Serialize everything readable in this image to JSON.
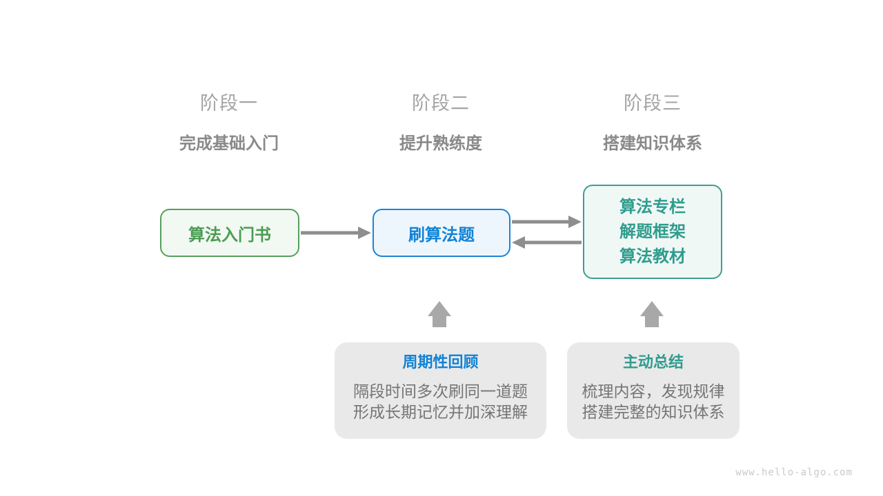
{
  "stages": [
    {
      "label": "阶段一",
      "subtitle": "完成基础入门"
    },
    {
      "label": "阶段二",
      "subtitle": "提升熟练度"
    },
    {
      "label": "阶段三",
      "subtitle": "搭建知识体系"
    }
  ],
  "nodes": {
    "intro_book": {
      "label": "算法入门书"
    },
    "practice": {
      "label": "刷算法题"
    },
    "resources": {
      "line1": "算法专栏",
      "line2": "解题框架",
      "line3": "算法教材"
    }
  },
  "notes": {
    "review": {
      "title": "周期性回顾",
      "line1": "隔段时间多次刷同一道题",
      "line2": "形成长期记忆并加深理解"
    },
    "summary": {
      "title": "主动总结",
      "line1": "梳理内容，发现规律",
      "line2": "搭建完整的知识体系"
    }
  },
  "watermark": "www.hello-algo.com",
  "colors": {
    "green_text": "#4a9c53",
    "green_border": "#55a05b",
    "green_bg": "#f2f8f2",
    "blue_text": "#1282d5",
    "blue_border": "#1a84d8",
    "blue_bg": "#eef6fd",
    "teal_text": "#2f9c8d",
    "teal_border": "#3e9e90",
    "teal_bg": "#f0f8f6",
    "note_bg": "#e9e9e9",
    "note_body_text": "#757575",
    "stage_label": "#a4a4a4",
    "stage_subtitle": "#898989",
    "line_arrow": "#8e8e8e",
    "block_arrow": "#a8a8a8",
    "watermark": "#c9c9c9"
  }
}
